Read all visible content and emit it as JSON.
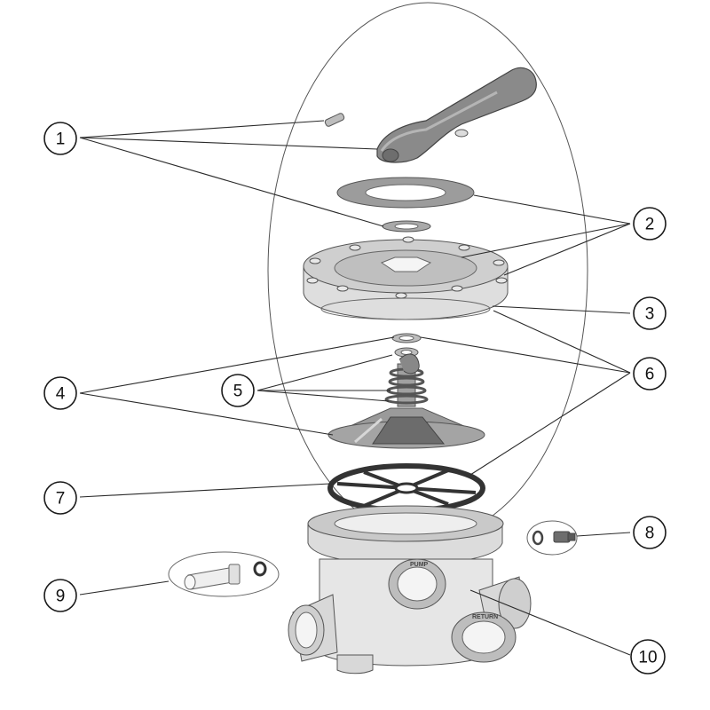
{
  "diagram": {
    "type": "exploded-parts-view",
    "callouts": [
      {
        "id": "1",
        "label": "1"
      },
      {
        "id": "2",
        "label": "2"
      },
      {
        "id": "3",
        "label": "3"
      },
      {
        "id": "4",
        "label": "4"
      },
      {
        "id": "5",
        "label": "5"
      },
      {
        "id": "6",
        "label": "6"
      },
      {
        "id": "7",
        "label": "7"
      },
      {
        "id": "8",
        "label": "8"
      },
      {
        "id": "9",
        "label": "9"
      },
      {
        "id": "10",
        "label": "10"
      }
    ],
    "body_markings": {
      "pump": "PUMP",
      "return": "RETURN"
    },
    "colors": {
      "line": "#1a1a1a",
      "part_dark": "#7d7d7d",
      "part_mid": "#b9b9b9",
      "part_light": "#e3e3e3",
      "background": "#ffffff"
    }
  }
}
